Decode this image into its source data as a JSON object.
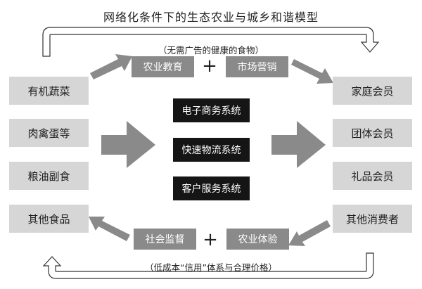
{
  "title": "网络化条件下的生态农业与城乡和谐模型",
  "top_note": "（无需广告的健康的食物）",
  "bottom_note": "（低成本“信用”体系与合理价格）",
  "left_items": [
    "有机蔬菜",
    "肉禽蛋等",
    "粮油副食",
    "其他食品"
  ],
  "right_items": [
    "家庭会员",
    "团体会员",
    "礼品会员",
    "其他消费者"
  ],
  "top_actions": [
    "农业教育",
    "市场营销"
  ],
  "bottom_actions": [
    "社会监督",
    "农业体验"
  ],
  "plus": "+",
  "center_systems": [
    "电子商务系统",
    "快速物流系统",
    "客户服务系统"
  ],
  "colors": {
    "light_box": "#d6d6d6",
    "mid_box": "#8a8a8a",
    "dark_box": "#151515",
    "arrow": "#8a8a8a"
  }
}
